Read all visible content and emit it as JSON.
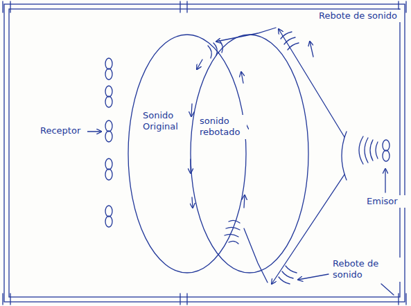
{
  "diagram": {
    "labels": [
      "Rebote de sonido",
      "Receptor",
      "Sonido Original",
      "sonido rebotado",
      "Emisor",
      "Rebote de sonido"
    ]
  }
}
